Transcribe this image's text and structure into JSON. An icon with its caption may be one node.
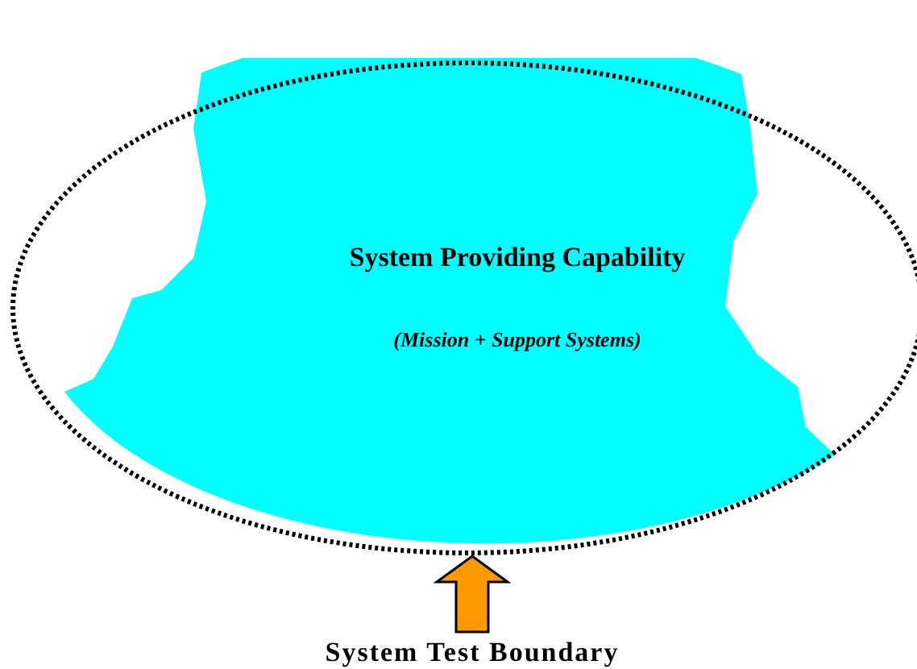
{
  "diagram": {
    "nodes": [
      {
        "text": [
          "System Providing Capability",
          "(Mission + Support Systems)"
        ]
      },
      {
        "text": [
          "System Test Boundary"
        ]
      }
    ],
    "edges": [
      {
        "from": 1,
        "to": 0,
        "arrow": "to"
      }
    ]
  }
}
